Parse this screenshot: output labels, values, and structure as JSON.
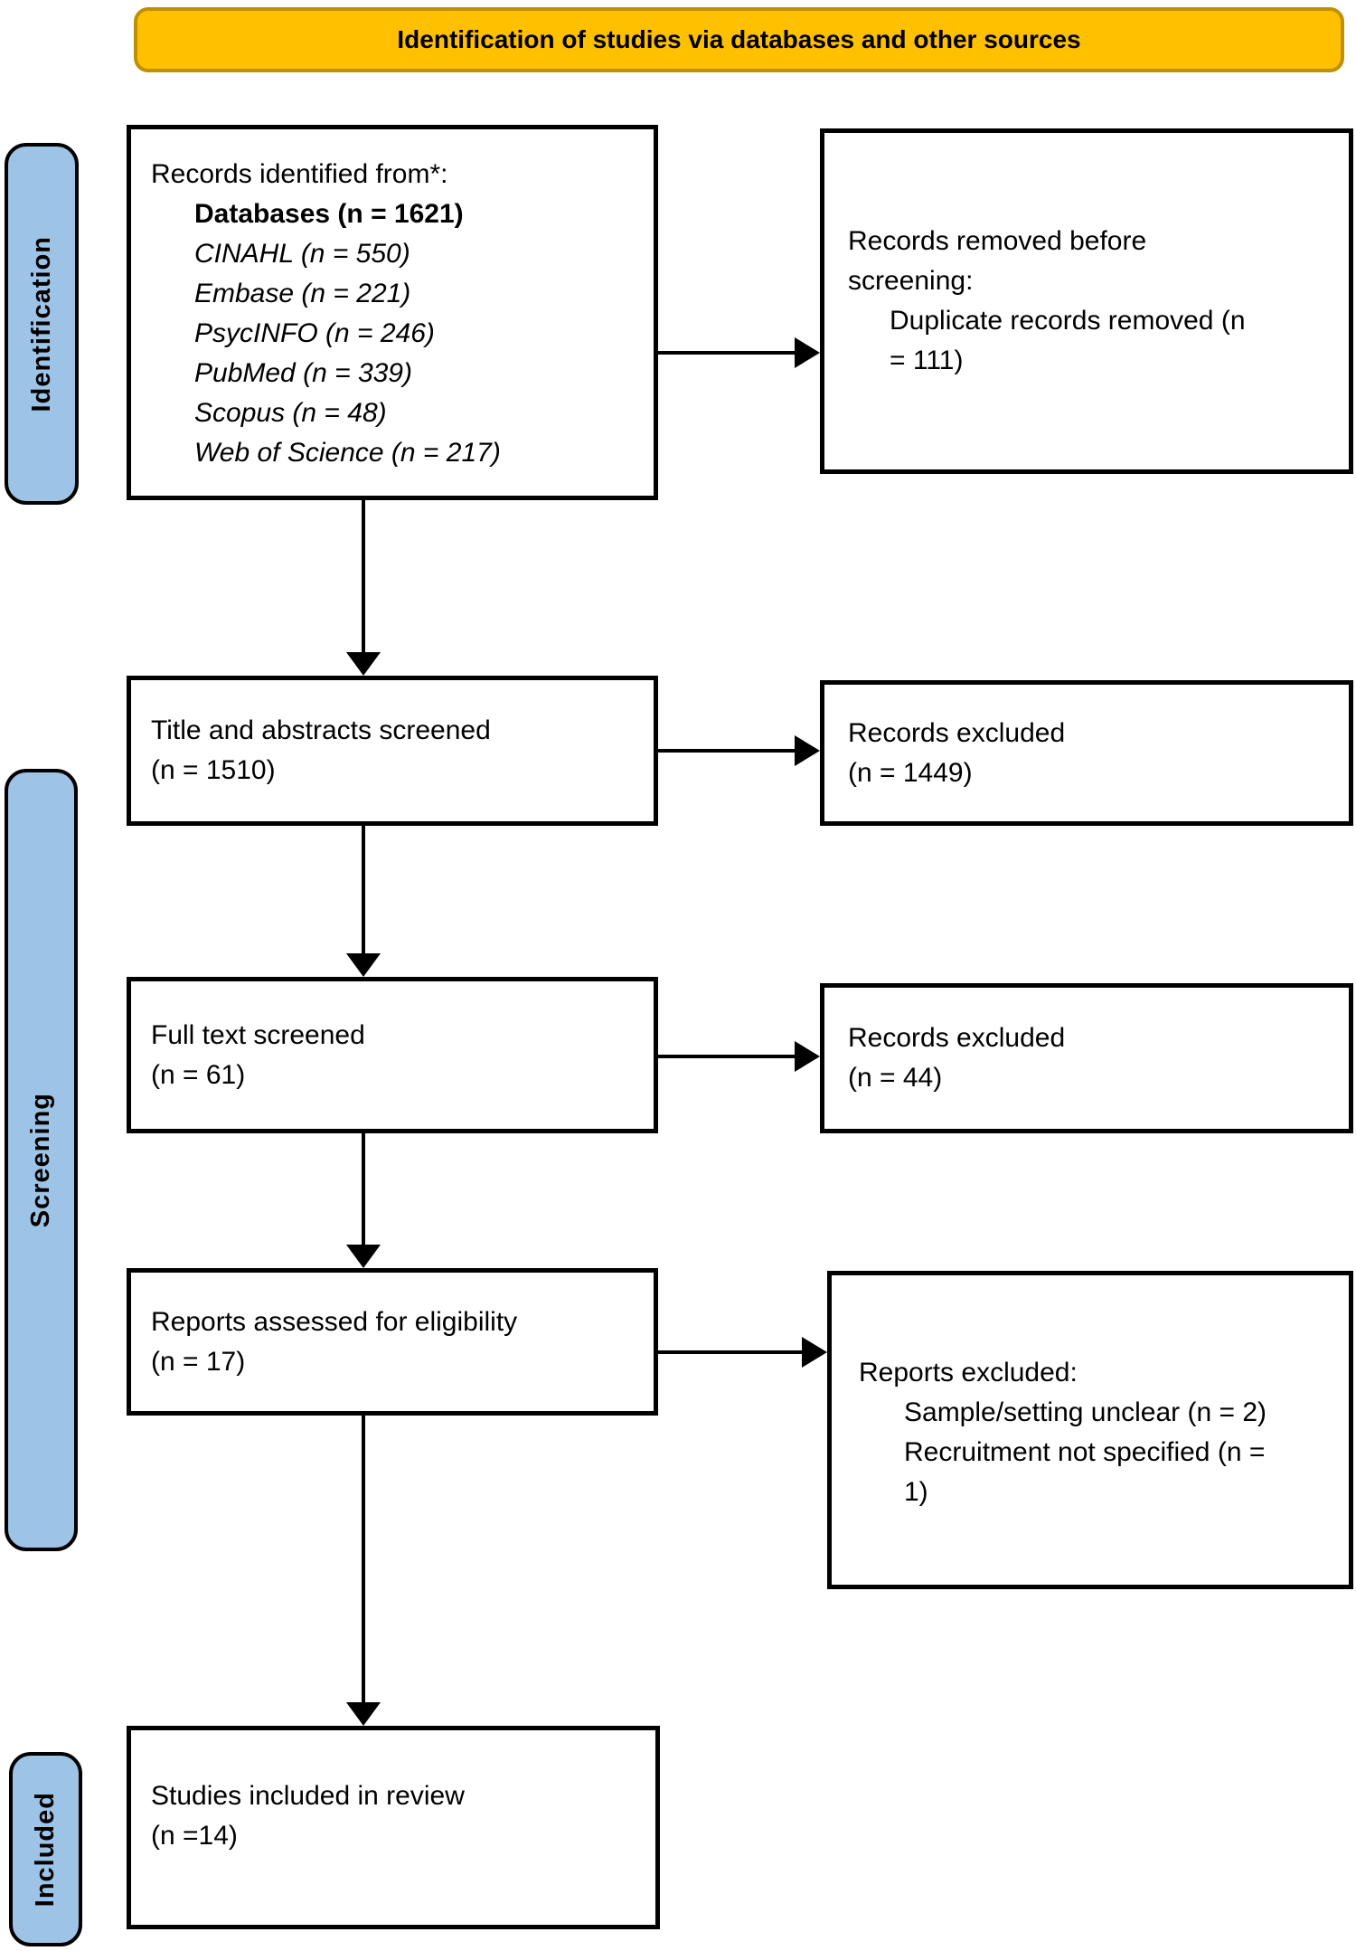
{
  "banner": {
    "title": "Identification of studies via databases and other sources"
  },
  "stages": {
    "identification": "Identification",
    "screening": "Screening",
    "included": "Included"
  },
  "colors": {
    "banner_fill": "#FFC000",
    "banner_border": "#BF9000",
    "stage_fill": "#9DC3E6",
    "box_border": "#000000",
    "arrow": "#000000"
  },
  "boxes": {
    "records_identified": {
      "intro": "Records identified from*:",
      "databases_total": "Databases (n = 1621)",
      "sources": [
        "CINAHL (n = 550)",
        "Embase (n = 221)",
        "PsycINFO (n = 246)",
        "PubMed (n = 339)",
        "Scopus (n = 48)",
        "Web of Science (n = 217)"
      ]
    },
    "records_removed": {
      "line1": "Records removed before screening:",
      "line2": "Duplicate records removed (n = 111)"
    },
    "title_abstract_screened": {
      "line1": "Title and abstracts screened",
      "line2": "(n = 1510)"
    },
    "records_excluded_screening": {
      "line1": "Records excluded",
      "line2": "(n = 1449)"
    },
    "full_text_screened": {
      "line1": "Full text screened",
      "line2": "(n = 61)"
    },
    "records_excluded_fulltext": {
      "line1": "Records excluded",
      "line2": "(n = 44)"
    },
    "reports_assessed": {
      "line1": "Reports assessed for eligibility",
      "line2": "(n = 17)"
    },
    "reports_excluded": {
      "line1": "Reports excluded:",
      "reasons": [
        "Sample/setting unclear (n = 2)",
        "Recruitment not specified (n = 1)"
      ]
    },
    "studies_included": {
      "line1": "Studies included in review",
      "line2": "(n =14)"
    }
  }
}
